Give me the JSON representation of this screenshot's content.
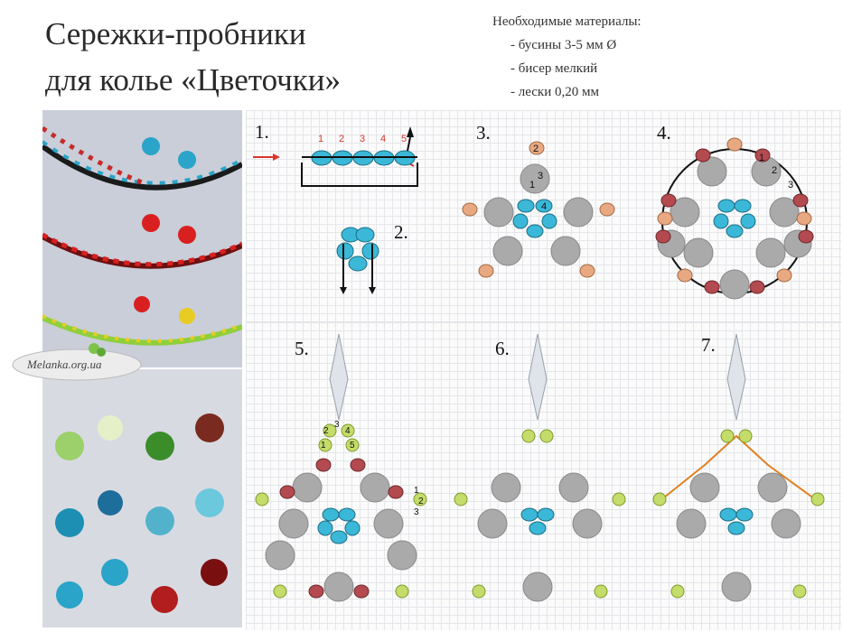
{
  "title": {
    "line1": "Сережки-пробники",
    "line2": "для колье «Цветочки»"
  },
  "materials": {
    "heading": "Необходимые материалы:",
    "items": [
      "- бусины 3-5 мм Ø",
      "- бисер мелкий",
      "- лески 0,20 мм"
    ]
  },
  "watermark": "Melanka.org.ua",
  "steps": [
    "1.",
    "2.",
    "3.",
    "4.",
    "5.",
    "6.",
    "7."
  ],
  "step1_numbers": [
    "1",
    "2",
    "3",
    "4",
    "5"
  ],
  "step3_numbers": [
    "1",
    "2",
    "3",
    "4"
  ],
  "step4_numbers": [
    "1",
    "2",
    "3"
  ],
  "step5_numbers": [
    "1",
    "2",
    "3",
    "4",
    "5"
  ],
  "step5_side_numbers": [
    "1",
    "2",
    "3"
  ],
  "colors": {
    "turquoise": "#3bb8d8",
    "gray": "#a3a3a3",
    "red_seed": "#b34a50",
    "peach": "#e8a882",
    "lime": "#c4dc6a",
    "arrow_red": "#d9362c",
    "thread_orange": "#e07f20"
  }
}
